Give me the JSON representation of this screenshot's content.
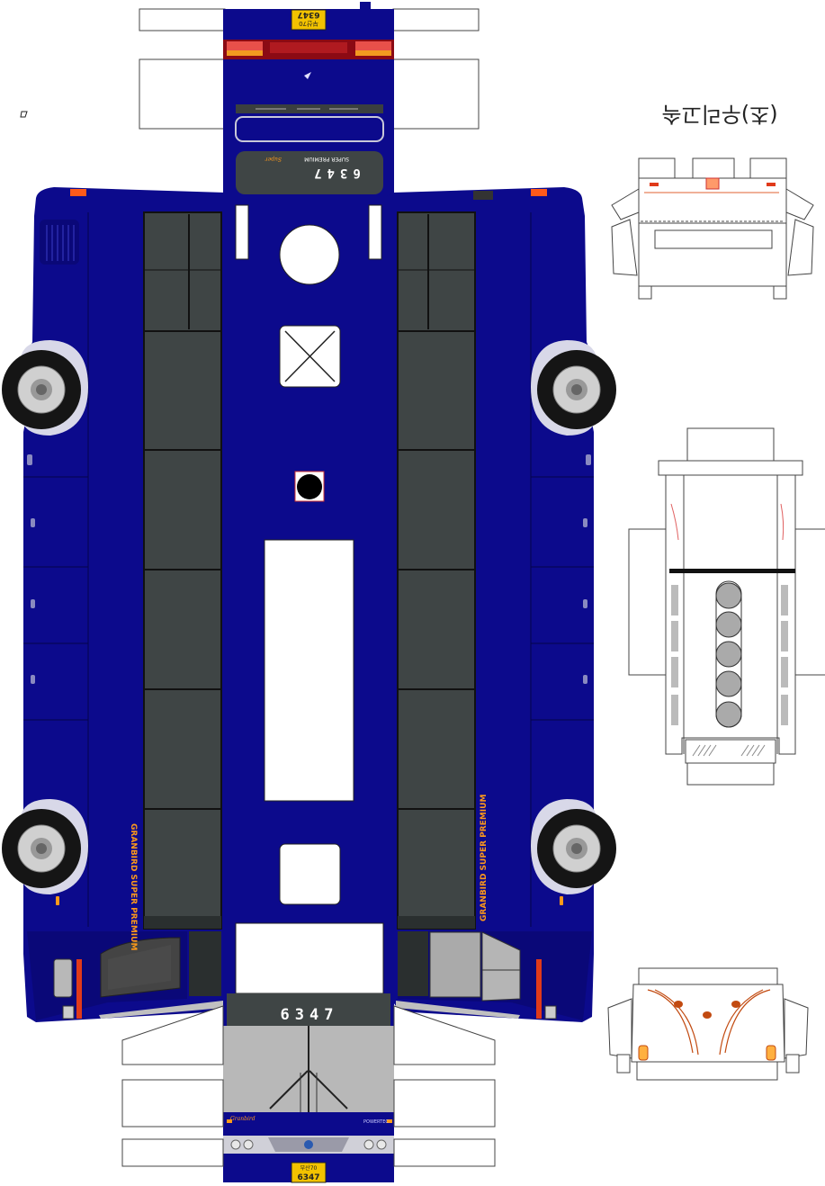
{
  "sheet": {
    "title_mirrored": "(초)우리고속",
    "route_number": "6347",
    "rear_plate": "부산70\n바6347",
    "front_plate": "부산70\n바6347",
    "rear_badge": "SUPER PREMIUM",
    "rear_logo": "Super",
    "side_text_left": "GRANBIRD SUPER PREMIUM",
    "side_text_right": "GRANBIRD SUPER PREMIUM",
    "front_left_logo": "Granbird",
    "front_right_logo": "POWERTEC",
    "colors": {
      "body": "#0c0a8c",
      "body_dark": "#070660",
      "glass": "#3f4545",
      "grille": "#b8b8b8",
      "accent_orange": "#ff9a1a",
      "lamp_red": "#e03a1a",
      "plate_yellow": "#f2c200"
    }
  }
}
